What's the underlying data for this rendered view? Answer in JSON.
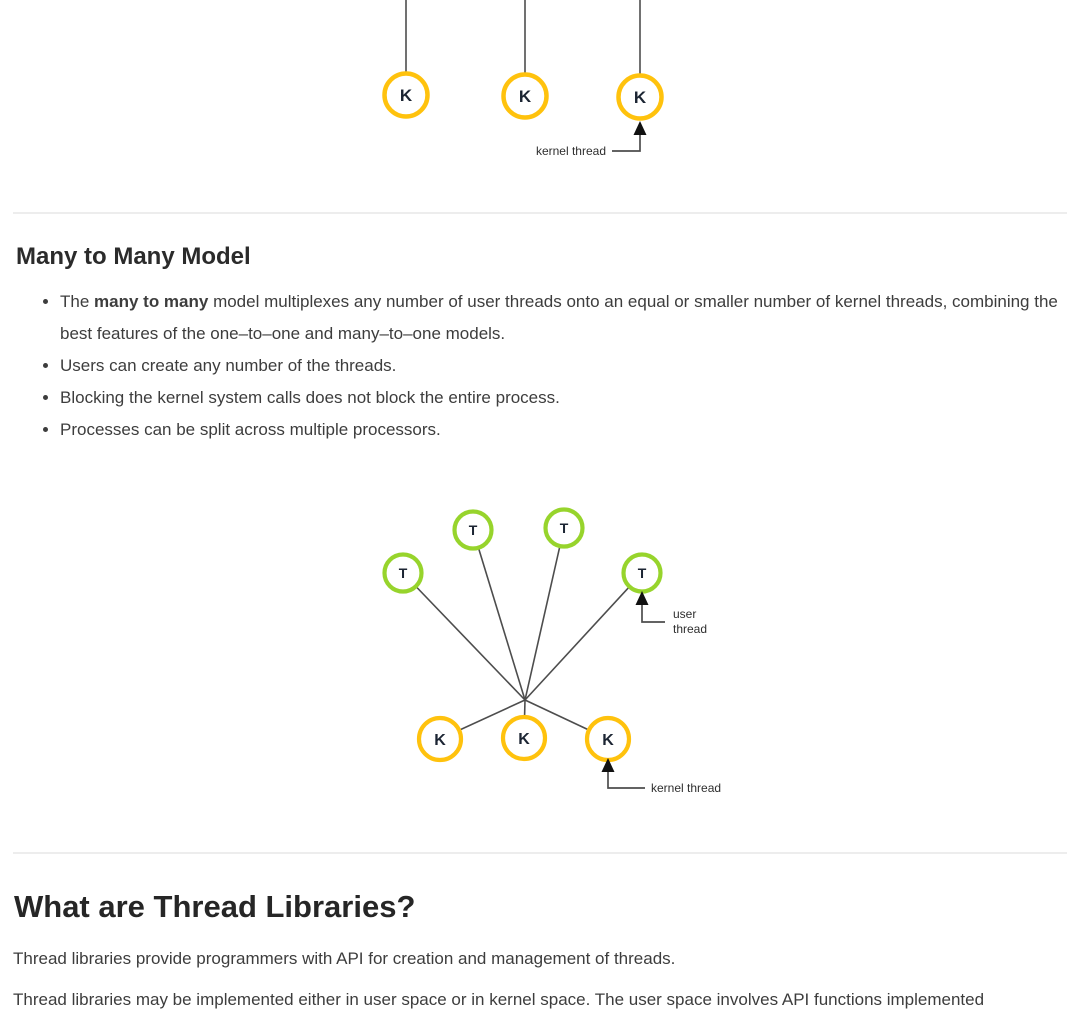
{
  "colors": {
    "kernel_node": "#FFC20D",
    "user_node": "#97D42C",
    "connector": "#4d4d4d",
    "arrow": "#111111"
  },
  "diagram_top": {
    "nodes": [
      {
        "letter": "K"
      },
      {
        "letter": "K"
      },
      {
        "letter": "K"
      }
    ],
    "annotation": "kernel thread"
  },
  "many_to_many": {
    "heading": "Many to Many Model",
    "bullet1": {
      "prefix": "The ",
      "bold": "many to many",
      "rest": " model multiplexes any number of user threads onto an equal or smaller number of kernel threads, combining the best features of the one–to–one and many–to–one models."
    },
    "bullet2": "Users can create any number of the threads.",
    "bullet3": "Blocking the kernel system calls does not block the entire process.",
    "bullet4": "Processes can be split across multiple processors.",
    "diagram": {
      "user_nodes": [
        {
          "letter": "T"
        },
        {
          "letter": "T"
        },
        {
          "letter": "T"
        },
        {
          "letter": "T"
        }
      ],
      "kernel_nodes": [
        {
          "letter": "K"
        },
        {
          "letter": "K"
        },
        {
          "letter": "K"
        }
      ],
      "user_label_line1": "user",
      "user_label_line2": "thread",
      "kernel_label": "kernel thread"
    }
  },
  "thread_libraries": {
    "heading": "What are Thread Libraries?",
    "paragraph1": "Thread libraries provide programmers with API for creation and management of threads.",
    "paragraph2": "Thread libraries may be implemented either in user space or in kernel space. The user space involves API functions implemented"
  }
}
